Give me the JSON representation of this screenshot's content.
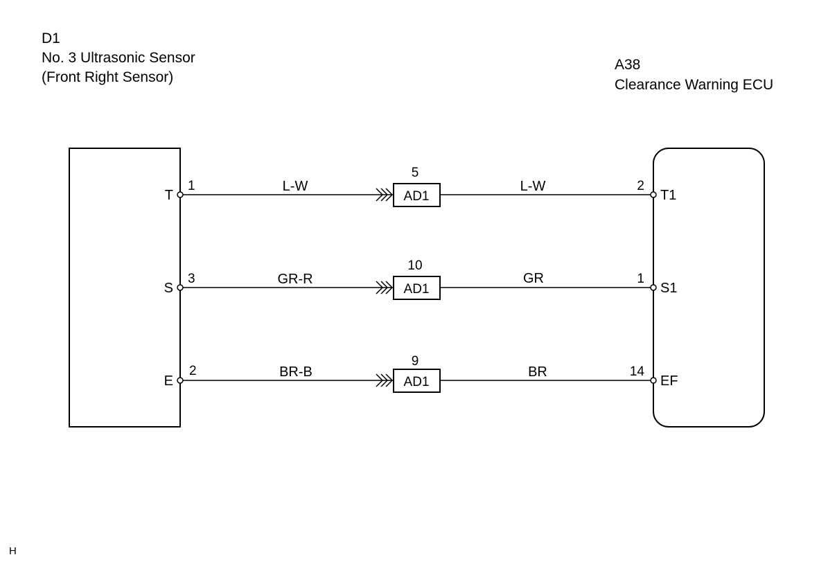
{
  "left_component": {
    "code": "D1",
    "name": "No. 3 Ultrasonic Sensor",
    "subname": "(Front Right Sensor)"
  },
  "right_component": {
    "code": "A38",
    "name": "Clearance Warning ECU"
  },
  "circuits": [
    {
      "left_pin_name": "T",
      "left_pin_num": "1",
      "left_wire": "L-W",
      "connector_pin": "5",
      "connector": "AD1",
      "right_wire": "L-W",
      "right_pin_num": "2",
      "right_pin_name": "T1"
    },
    {
      "left_pin_name": "S",
      "left_pin_num": "3",
      "left_wire": "GR-R",
      "connector_pin": "10",
      "connector": "AD1",
      "right_wire": "GR",
      "right_pin_num": "1",
      "right_pin_name": "S1"
    },
    {
      "left_pin_name": "E",
      "left_pin_num": "2",
      "left_wire": "BR-B",
      "connector_pin": "9",
      "connector": "AD1",
      "right_wire": "BR",
      "right_pin_num": "14",
      "right_pin_name": "EF"
    }
  ],
  "corner_label": "H"
}
